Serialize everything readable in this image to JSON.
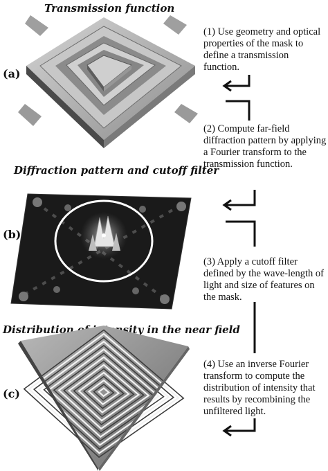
{
  "panels": [
    {
      "label": "(a)",
      "title": "Transmission function"
    },
    {
      "label": "(b)",
      "title": "Diffraction pattern and cutoff filter"
    },
    {
      "label": "(c)",
      "title": "Distribution of intensity in the near field"
    }
  ],
  "steps": [
    "(1) Use geometry and optical properties of the mask to define a transmission function.",
    "(2) Compute far-field diffraction pattern by applying a Fourier transform to the transmission function.",
    "(3) Apply a cutoff filter defined by the wave-length of light and size of features on the mask.",
    "(4) Use an inverse Fourier transform to compute the distribution of intensity that results by recombining the unfiltered light."
  ]
}
